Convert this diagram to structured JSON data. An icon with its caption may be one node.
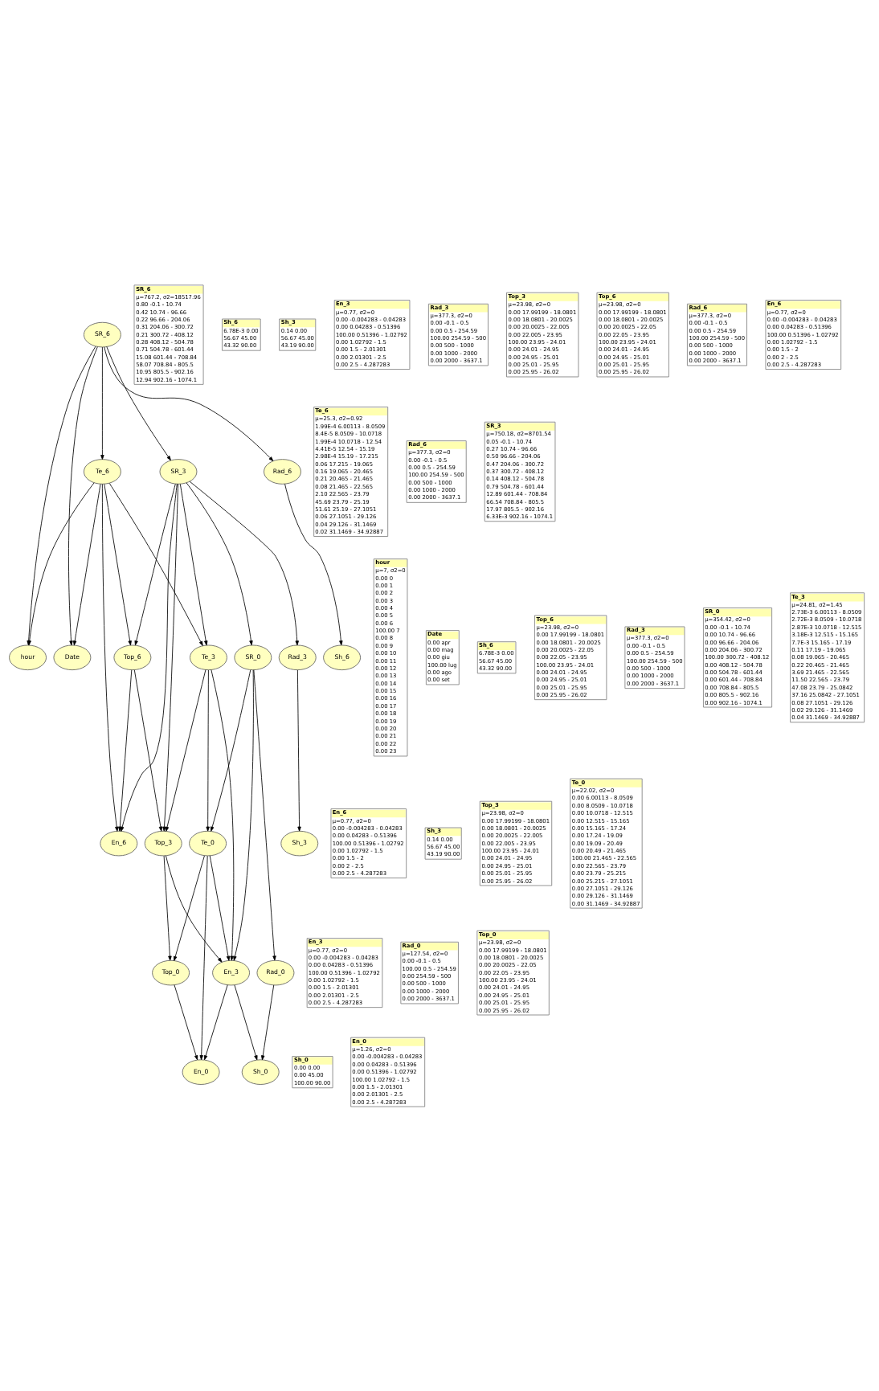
{
  "diagram": {
    "nodes": [
      {
        "text": [
          "hour"
        ]
      },
      {
        "text": [
          "hour",
          "μ=7, σ2=0",
          "0.00 0",
          "0.00 1",
          "0.00 2",
          "0.00 3",
          "0.00 4",
          "0.00 5",
          "0.00 6",
          "100.00 7",
          "0.00 8",
          "0.00 9",
          "0.00 10",
          "0.00 11",
          "0.00 12",
          "0.00 13",
          "0.00 14",
          "0.00 15",
          "0.00 16",
          "0.00 17",
          "0.00 18",
          "0.00 19",
          "0.00 20",
          "0.00 21",
          "0.00 22",
          "0.00 23"
        ]
      },
      {
        "text": [
          "Date"
        ]
      },
      {
        "text": [
          "Date",
          "0.00 apr",
          "0.00 mag",
          "0.00 giu",
          "100.00 lug",
          "0.00 ago",
          "0.00 set"
        ]
      },
      {
        "text": [
          "SR_6"
        ]
      },
      {
        "text": [
          "Te_6",
          "μ=25.3, σ2=0.92",
          "1.99E-4 6.00113 - 8.0509",
          "8.4E-5 8.0509 - 10.0718",
          "1.99E-4 10.0718 - 12.54",
          "4.41E-5 12.54 - 15.19",
          "2.98E-4 15.19 - 17.215",
          "0.06 17.215 - 19.065",
          "0.16 19.065 - 20.465",
          "0.21 20.465 - 21.465",
          "0.08 21.465 - 22.565",
          "2.10 22.565 - 23.79",
          "45.69 23.79 - 25.19",
          "51.61 25.19 - 27.1051",
          "0.06 27.1051 - 29.126",
          "0.04 29.126 - 31.1469",
          "0.02 31.1469 - 34.92887"
        ]
      },
      {
        "text": [
          "SR_6",
          "μ=767.2, σ2=18517.96",
          "0.80 -0.1 - 10.74",
          "0.42 10.74 - 96.66",
          "0.22 96.66 - 204.06",
          "0.31 204.06 - 300.72",
          "0.21 300.72 - 408.12",
          "0.28 408.12 - 504.78",
          "0.71 504.78 - 601.44",
          "15.08 601.44 - 708.84",
          "58.07 708.84 - 805.5",
          "10.95 805.5 - 902.16",
          "12.94 902.16 - 1074.1"
        ]
      },
      {
        "text": [
          "Te_6"
        ]
      },
      {
        "text": [
          "Top_6"
        ]
      },
      {
        "text": [
          "En_6"
        ]
      },
      {
        "text": [
          "En_6",
          "μ=0.77, σ2=0",
          "0.00 -0.004283 - 0.04283",
          "0.00 0.04283 - 0.51396",
          "100.00 0.51396 - 1.02792",
          "0.00 1.02792 - 1.5",
          "0.00 1.5 - 2",
          "0.00 2 - 2.5",
          "0.00 2.5 - 4.287283"
        ]
      },
      {
        "text": [
          "Rad_6"
        ]
      },
      {
        "text": [
          "Rad_6",
          "μ=377.3, σ2=0",
          "0.00 -0.1 - 0.5",
          "0.00 0.5 - 254.59",
          "100.00 254.59 - 500",
          "0.00 500 - 1000",
          "0.00 1000 - 2000",
          "0.00 2000 - 3637.1"
        ]
      },
      {
        "text": [
          "Sh_6"
        ]
      },
      {
        "text": [
          "Sh_6",
          "6.78E-3 0.00",
          "56.67 45.00",
          "43.32 90.00"
        ]
      },
      {
        "text": [
          "Top_6",
          "μ=23.98, σ2=0",
          "0.00 17.99199 - 18.0801",
          "0.00 18.0801 - 20.0025",
          "0.00 20.0025 - 22.05",
          "0.00 22.05 - 23.95",
          "100.00 23.95 - 24.01",
          "0.00 24.01 - 24.95",
          "0.00 24.95 - 25.01",
          "0.00 25.01 - 25.95",
          "0.00 25.95 - 26.02"
        ]
      },
      {
        "text": [
          "SR_3"
        ]
      },
      {
        "text": [
          "SR_3",
          "μ=750.18, σ2=8701.54",
          "0.05 -0.1 - 10.74",
          "0.27 10.74 - 96.66",
          "0.50 96.66 - 204.06",
          "0.47 204.06 - 300.72",
          "0.37 300.72 - 408.12",
          "0.14 408.12 - 504.78",
          "0.79 504.78 - 601.44",
          "12.89 601.44 - 708.84",
          "66.54 708.84 - 805.5",
          "17.97 805.5 - 902.16",
          "6.33E-3 902.16 - 1074.1"
        ]
      },
      {
        "text": [
          "Rad_3",
          "μ=377.3, σ2=0",
          "0.00 -0.1 - 0.5",
          "0.00 0.5 - 254.59",
          "100.00 254.59 - 500",
          "0.00 500 - 1000",
          "0.00 1000 - 2000",
          "0.00 2000 - 3637.1"
        ]
      },
      {
        "text": [
          "Rad_3"
        ]
      },
      {
        "text": [
          "Sh_3"
        ]
      },
      {
        "text": [
          "Sh_3",
          "0.14 0.00",
          "56.67 45.00",
          "43.19 90.00"
        ]
      },
      {
        "text": [
          "Te_3"
        ]
      },
      {
        "text": [
          "Top_3"
        ]
      },
      {
        "text": [
          "Top_3",
          "μ=23.98, σ2=0",
          "0.00 17.99199 - 18.0801",
          "0.00 18.0801 - 20.0025",
          "0.00 20.0025 - 22.005",
          "0.00 22.005 - 23.95",
          "100.00 23.95 - 24.01",
          "0.00 24.01 - 24.95",
          "0.00 24.95 - 25.01",
          "0.00 25.01 - 25.95",
          "0.00 25.95 - 26.02"
        ]
      },
      {
        "text": [
          "SR_0",
          "μ=354.42, σ2=0",
          "0.00 -0.1 - 10.74",
          "0.00 10.74 - 96.66",
          "0.00 96.66 - 204.06",
          "0.00 204.06 - 300.72",
          "100.00 300.72 - 408.12",
          "0.00 408.12 - 504.78",
          "0.00 504.78 - 601.44",
          "0.00 601.44 - 708.84",
          "0.00 708.84 - 805.5",
          "0.00 805.5 - 902.16",
          "0.00 902.16 - 1074.1"
        ]
      },
      {
        "text": [
          "Te_3",
          "μ=24.81, σ2=1.45",
          "2.73E-3 6.00113 - 8.0509",
          "2.72E-3 8.0509 - 10.0718",
          "2.87E-3 10.0718 - 12.515",
          "3.18E-3 12.515 - 15.165",
          "7.7E-3 15.165 - 17.19",
          "0.11 17.19 - 19.065",
          "0.08 19.065 - 20.465",
          "0.22 20.465 - 21.465",
          "3.69 21.465 - 22.565",
          "11.50 22.565 - 23.79",
          "47.08 23.79 - 25.0842",
          "37.16 25.0842 - 27.1051",
          "0.08 27.1051 - 29.126",
          "0.02 29.126 - 31.1469",
          "0.04 31.1469 - 34.92887"
        ]
      },
      {
        "text": [
          "En_3"
        ]
      },
      {
        "text": [
          "En_3",
          "μ=0.77, σ2=0",
          "0.00 -0.004283 - 0.04283",
          "0.00 0.04283 - 0.51396",
          "100.00 0.51396 - 1.02792",
          "0.00 1.02792 - 1.5",
          "0.00 1.5 - 2.01301",
          "0.00 2.01301 - 2.5",
          "0.00 2.5 - 4.287283"
        ]
      },
      {
        "text": [
          "SR_0"
        ]
      },
      {
        "text": [
          "Rad_0"
        ]
      },
      {
        "text": [
          "Te_0"
        ]
      },
      {
        "text": [
          "Top_0"
        ]
      },
      {
        "text": [
          "Sh_0"
        ]
      },
      {
        "text": [
          "Sh_0",
          "0.00 0.00",
          "0.00 45.00",
          "100.00 90.00"
        ]
      },
      {
        "text": [
          "Rad_0",
          "μ=127.54, σ2=0",
          "0.00 -0.1 - 0.5",
          "100.00 0.5 - 254.59",
          "0.00 254.59 - 500",
          "0.00 500 - 1000",
          "0.00 1000 - 2000",
          "0.00 2000 - 3637.1"
        ]
      },
      {
        "text": [
          "Te_0",
          "μ=22.02, σ2=0",
          "0.00 6.00113 - 8.0509",
          "0.00 8.0509 - 10.0718",
          "0.00 10.0718 - 12.515",
          "0.00 12.515 - 15.165",
          "0.00 15.165 - 17.24",
          "0.00 17.24 - 19.09",
          "0.00 19.09 - 20.49",
          "0.00 20.49 - 21.465",
          "100.00 21.465 - 22.565",
          "0.00 22.565 - 23.79",
          "0.00 23.79 - 25.215",
          "0.00 25.215 - 27.1051",
          "0.00 27.1051 - 29.126",
          "0.00 29.126 - 31.1469",
          "0.00 31.1469 - 34.92887"
        ]
      },
      {
        "text": [
          "Top_0",
          "μ=23.98, σ2=0",
          "0.00 17.99199 - 18.0801",
          "0.00 18.0801 - 20.0025",
          "0.00 20.0025 - 22.05",
          "0.00 22.05 - 23.95",
          "100.00 23.95 - 24.01",
          "0.00 24.01 - 24.95",
          "0.00 24.95 - 25.01",
          "0.00 25.01 - 25.95",
          "0.00 25.95 - 26.02"
        ]
      },
      {
        "text": [
          "En_0"
        ]
      },
      {
        "text": [
          "En_0",
          "μ=1.26, σ2=0",
          "0.00 -0.004283 - 0.04283",
          "0.00 0.04283 - 0.51396",
          "0.00 0.51396 - 1.02792",
          "100.00 1.02792 - 1.5",
          "0.00 1.5 - 2.01301",
          "0.00 2.01301 - 2.5",
          "0.00 2.5 - 4.287283"
        ]
      },
      {
        "text": [
          "Sh_6",
          "6.78E-3 0.00",
          "56.67 45.00",
          "43.32 90.00"
        ]
      },
      {
        "text": [
          "Sh_3",
          "0.14 0.00",
          "56.67 45.00",
          "43.19 90.00"
        ]
      },
      {
        "text": [
          "En_3",
          "μ=0.77, σ2=0",
          "0.00 -0.004283 - 0.04283",
          "0.00 0.04283 - 0.51396",
          "100.00 0.51396 - 1.02792",
          "0.00 1.02792 - 1.5",
          "0.00 1.5 - 2.01301",
          "0.00 2.01301 - 2.5",
          "0.00 2.5 - 4.287283"
        ]
      },
      {
        "text": [
          "Rad_3",
          "μ=377.3, σ2=0",
          "0.00 -0.1 - 0.5",
          "0.00 0.5 - 254.59",
          "100.00 254.59 - 500",
          "0.00 500 - 1000",
          "0.00 1000 - 2000",
          "0.00 2000 - 3637.1"
        ]
      },
      {
        "text": [
          "Top_3",
          "μ=23.98, σ2=0",
          "0.00 17.99199 - 18.0801",
          "0.00 18.0801 - 20.0025",
          "0.00 20.0025 - 22.005",
          "0.00 22.005 - 23.95",
          "100.00 23.95 - 24.01",
          "0.00 24.01 - 24.95",
          "0.00 24.95 - 25.01",
          "0.00 25.01 - 25.95",
          "0.00 25.95 - 26.02"
        ]
      },
      {
        "text": [
          "Top_6",
          "μ=23.98, σ2=0",
          "0.00 17.99199 - 18.0801",
          "0.00 18.0801 - 20.0025",
          "0.00 20.0025 - 22.05",
          "0.00 22.05 - 23.95",
          "100.00 23.95 - 24.01",
          "0.00 24.01 - 24.95",
          "0.00 24.95 - 25.01",
          "0.00 25.01 - 25.95",
          "0.00 25.95 - 26.02"
        ]
      },
      {
        "text": [
          "Rad_6",
          "μ=377.3, σ2=0",
          "0.00 -0.1 - 0.5",
          "0.00 0.5 - 254.59",
          "100.00 254.59 - 500",
          "0.00 500 - 1000",
          "0.00 1000 - 2000",
          "0.00 2000 - 3637.1"
        ]
      },
      {
        "text": [
          "En_6",
          "μ=0.77, σ2=0",
          "0.00 -0.004283 - 0.04283",
          "0.00 0.04283 - 0.51396",
          "100.00 0.51396 - 1.02792",
          "0.00 1.02792 - 1.5",
          "0.00 1.5 - 2",
          "0.00 2 - 2.5",
          "0.00 2.5 - 4.287283"
        ]
      }
    ],
    "edges": [
      {
        "from": 4,
        "to": 0,
        "arrow": "to"
      },
      {
        "from": 7,
        "to": 0,
        "arrow": "to"
      },
      {
        "from": 4,
        "to": 2,
        "arrow": "to"
      },
      {
        "from": 7,
        "to": 2,
        "arrow": "to"
      },
      {
        "from": 4,
        "to": 7,
        "arrow": "to"
      },
      {
        "from": 4,
        "to": 11,
        "arrow": "to"
      },
      {
        "from": 4,
        "to": 16,
        "arrow": "to"
      },
      {
        "from": 7,
        "to": 8,
        "arrow": "to"
      },
      {
        "from": 7,
        "to": 9,
        "arrow": "to"
      },
      {
        "from": 8,
        "to": 9,
        "arrow": "to"
      },
      {
        "from": 16,
        "to": 9,
        "arrow": "to"
      },
      {
        "from": 16,
        "to": 8,
        "arrow": "to"
      },
      {
        "from": 11,
        "to": 13,
        "arrow": "to"
      },
      {
        "from": 7,
        "to": 22,
        "arrow": "to"
      },
      {
        "from": 8,
        "to": 23,
        "arrow": "to"
      },
      {
        "from": 16,
        "to": 22,
        "arrow": "to"
      },
      {
        "from": 16,
        "to": 19,
        "arrow": "to"
      },
      {
        "from": 16,
        "to": 23,
        "arrow": "to"
      },
      {
        "from": 22,
        "to": 23,
        "arrow": "to"
      },
      {
        "from": 22,
        "to": 27,
        "arrow": "to"
      },
      {
        "from": 23,
        "to": 27,
        "arrow": "to"
      },
      {
        "from": 19,
        "to": 20,
        "arrow": "to"
      },
      {
        "from": 16,
        "to": 29,
        "arrow": "to"
      },
      {
        "from": 29,
        "to": 31,
        "arrow": "to"
      },
      {
        "from": 29,
        "to": 30,
        "arrow": "to"
      },
      {
        "from": 29,
        "to": 27,
        "arrow": "to"
      },
      {
        "from": 22,
        "to": 31,
        "arrow": "to"
      },
      {
        "from": 23,
        "to": 32,
        "arrow": "to"
      },
      {
        "from": 31,
        "to": 32,
        "arrow": "to"
      },
      {
        "from": 31,
        "to": 38,
        "arrow": "to"
      },
      {
        "from": 32,
        "to": 38,
        "arrow": "to"
      },
      {
        "from": 31,
        "to": 27,
        "arrow": "to"
      },
      {
        "from": 27,
        "to": 33,
        "arrow": "to"
      },
      {
        "from": 27,
        "to": 38,
        "arrow": "to"
      },
      {
        "from": 30,
        "to": 33,
        "arrow": "to"
      }
    ]
  }
}
